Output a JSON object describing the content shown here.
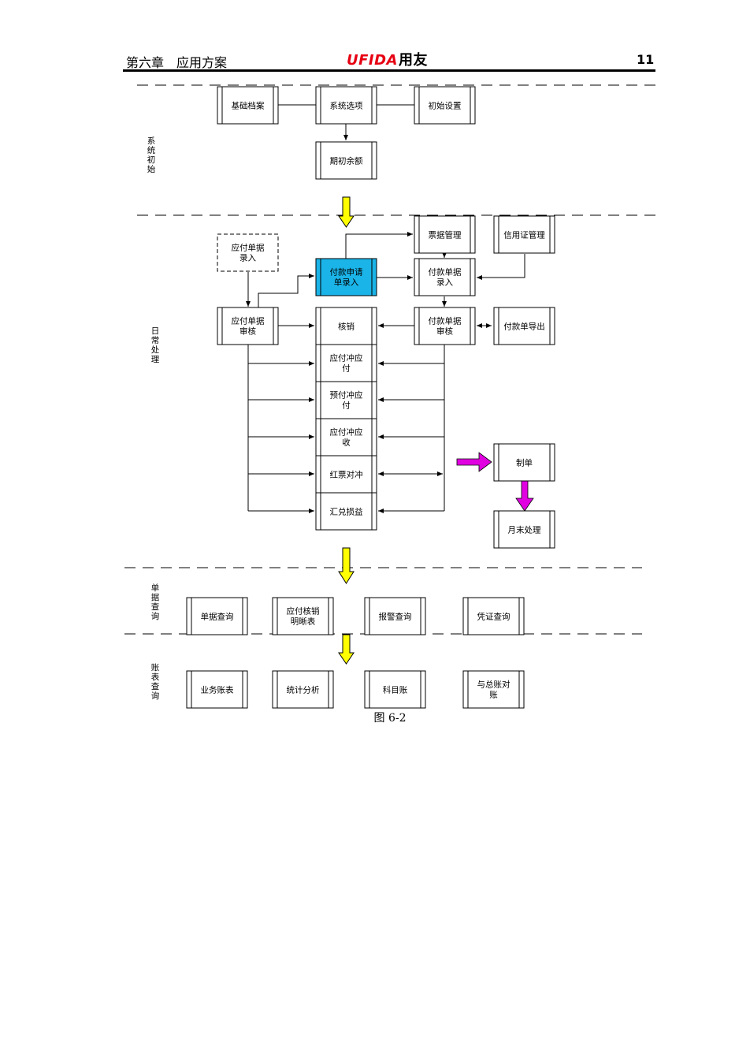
{
  "header": {
    "chapter": "第六章　应用方案",
    "logo_brand": "UFIDA",
    "logo_cn": "用友",
    "page_number": "11"
  },
  "lanes": {
    "init": "系统初始",
    "daily": "日常处理",
    "doc_query": "单据查询",
    "report_query": "账表查询"
  },
  "boxes": {
    "basic_archive": "基础档案",
    "system_options": "系统选项",
    "initial_setup": "初始设置",
    "opening_balance": "期初余额",
    "payable_doc_entry": "应付单据录入",
    "payment_request_entry": "付款申请单录入",
    "bill_management": "票据管理",
    "letter_of_credit": "信用证管理",
    "payment_doc_entry": "付款单据录入",
    "payable_doc_audit": "应付单据审核",
    "verification": "核销",
    "payment_doc_audit": "付款单据审核",
    "payment_export": "付款单导出",
    "payable_offset_payable": "应付冲应付",
    "prepay_offset_payable": "预付冲应付",
    "payable_offset_receivable": "应付冲应收",
    "red_invoice_offset": "红票对冲",
    "exchange_gain_loss": "汇兑损益",
    "voucher_creation": "制单",
    "month_end": "月末处理",
    "doc_query": "单据查询",
    "verification_detail": "应付核销明晰表",
    "alert_query": "报警查询",
    "voucher_query": "凭证查询",
    "business_ledger": "业务账表",
    "statistical_analysis": "统计分析",
    "subject_ledger": "科目账",
    "gl_reconciliation": "与总账对账"
  },
  "caption": "图 6-2",
  "colors": {
    "highlight_box": "#1ab4e8",
    "yellow_arrow": "#ffff00",
    "magenta_arrow": "#e000e0",
    "logo_red": "#e60012"
  }
}
